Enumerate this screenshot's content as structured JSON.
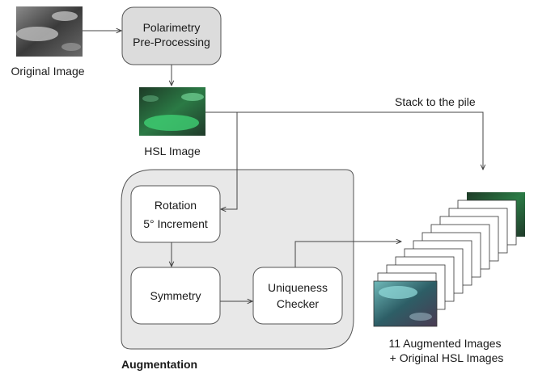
{
  "nodes": {
    "original_image": "Original Image",
    "polarimetry": [
      "Polarimetry",
      "Pre-Processing"
    ],
    "hsl_image": "HSL Image",
    "rotation": [
      "Rotation",
      "5° Increment"
    ],
    "symmetry": "Symmetry",
    "uniqueness": [
      "Uniqueness",
      "Checker"
    ],
    "augmentation": "Augmentation",
    "stack_label": "Stack to the pile",
    "output": [
      "11 Augmented Images",
      "+ Original HSL Images"
    ]
  },
  "colors": {
    "process_box": "#dcdcdc",
    "augmentation_panel": "#e8e8e8",
    "arrow": "#444444",
    "hsl_green": "#3ecf73"
  },
  "icons": [
    "original-grayscale-thumbnail",
    "hsl-green-thumbnail",
    "augmented-cyan-thumbnail"
  ]
}
